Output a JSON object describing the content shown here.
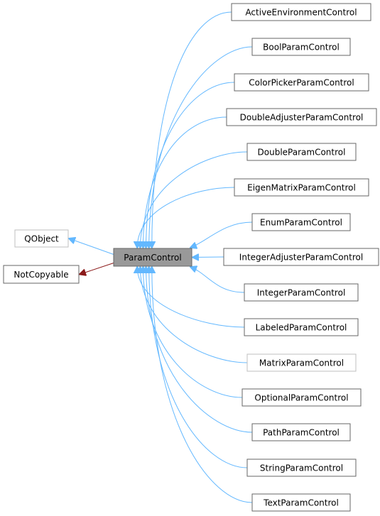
{
  "diagram": {
    "focus_class": "ParamControl",
    "bases": [
      {
        "name": "QObject",
        "style": "gray",
        "edge_color": "#63b8ff"
      },
      {
        "name": "NotCopyable",
        "style": "normal",
        "edge_color": "#8b1a1a"
      }
    ],
    "derived": [
      {
        "name": "ActiveEnvironmentControl",
        "style": "normal"
      },
      {
        "name": "BoolParamControl",
        "style": "normal"
      },
      {
        "name": "ColorPickerParamControl",
        "style": "normal"
      },
      {
        "name": "DoubleAdjusterParamControl",
        "style": "normal"
      },
      {
        "name": "DoubleParamControl",
        "style": "normal"
      },
      {
        "name": "EigenMatrixParamControl",
        "style": "normal"
      },
      {
        "name": "EnumParamControl",
        "style": "normal"
      },
      {
        "name": "IntegerAdjusterParamControl",
        "style": "normal"
      },
      {
        "name": "IntegerParamControl",
        "style": "normal"
      },
      {
        "name": "LabeledParamControl",
        "style": "normal"
      },
      {
        "name": "MatrixParamControl",
        "style": "gray"
      },
      {
        "name": "OptionalParamControl",
        "style": "normal"
      },
      {
        "name": "PathParamControl",
        "style": "normal"
      },
      {
        "name": "StringParamControl",
        "style": "normal"
      },
      {
        "name": "TextParamControl",
        "style": "normal"
      }
    ],
    "colors": {
      "inheritance_edge": "#63b8ff",
      "private_edge": "#8b1a1a",
      "focus_fill": "#999999",
      "node_border": "#666666",
      "gray_border": "#bfbfbf"
    }
  }
}
